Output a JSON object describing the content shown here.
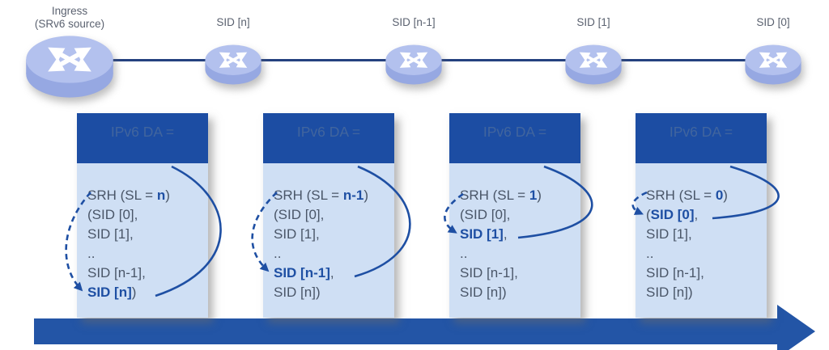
{
  "routers": [
    {
      "lines": [
        "Ingress",
        "(SRv6 source)"
      ]
    },
    {
      "lines": [
        "SID [n]"
      ]
    },
    {
      "lines": [
        "SID [n-1]"
      ]
    },
    {
      "lines": [
        "SID [1]"
      ]
    },
    {
      "lines": [
        "SID [0]"
      ]
    }
  ],
  "packets": [
    {
      "header": "IPv6 DA =",
      "lines": [
        [
          {
            "t": "SRH (SL = "
          },
          {
            "t": "n",
            "b": true
          },
          {
            "t": ")"
          }
        ],
        [
          {
            "t": "(SID [0],"
          }
        ],
        [
          {
            "t": "SID [1],"
          }
        ],
        [
          {
            "t": ".."
          }
        ],
        [
          {
            "t": "SID [n-1],"
          }
        ],
        [
          {
            "t": "SID [n]",
            "b": true
          },
          {
            "t": ")"
          }
        ]
      ]
    },
    {
      "header": "IPv6 DA =",
      "lines": [
        [
          {
            "t": "SRH (SL = "
          },
          {
            "t": "n-1",
            "b": true
          },
          {
            "t": ")"
          }
        ],
        [
          {
            "t": "(SID [0],"
          }
        ],
        [
          {
            "t": "SID [1],"
          }
        ],
        [
          {
            "t": ".."
          }
        ],
        [
          {
            "t": "SID [n-1]",
            "b": true
          },
          {
            "t": ","
          }
        ],
        [
          {
            "t": "SID [n])"
          }
        ]
      ]
    },
    {
      "header": "IPv6 DA =",
      "lines": [
        [
          {
            "t": "SRH (SL = "
          },
          {
            "t": "1",
            "b": true
          },
          {
            "t": ")"
          }
        ],
        [
          {
            "t": "(SID [0],"
          }
        ],
        [
          {
            "t": "SID [1]",
            "b": true
          },
          {
            "t": ","
          }
        ],
        [
          {
            "t": ".."
          }
        ],
        [
          {
            "t": "SID [n-1],"
          }
        ],
        [
          {
            "t": "SID [n])"
          }
        ]
      ]
    },
    {
      "header": "IPv6 DA =",
      "lines": [
        [
          {
            "t": "SRH (SL = "
          },
          {
            "t": "0",
            "b": true
          },
          {
            "t": ")"
          }
        ],
        [
          {
            "t": "("
          },
          {
            "t": "SID [0]",
            "b": true
          },
          {
            "t": ","
          }
        ],
        [
          {
            "t": "SID [1],"
          }
        ],
        [
          {
            "t": ".."
          }
        ],
        [
          {
            "t": "SID [n-1],"
          }
        ],
        [
          {
            "t": "SID [n])"
          }
        ]
      ]
    }
  ],
  "icons": {
    "router": "router-icon",
    "flow": "flow-direction-arrow",
    "da_pointer": "da-to-active-sid-arrow",
    "sl_pointer": "sl-decrement-arrow"
  },
  "colors": {
    "accent": "#1e4fa3",
    "header_bg": "#1c4da3",
    "header_text": "#41659e",
    "body_bg": "#cfdff4",
    "body_text": "#4a5668",
    "flow_arrow": "#2355a6",
    "link_line": "#24417f",
    "router_top": "#b3c1ee",
    "router_side": "#96a8e2",
    "label_text": "#5b6270"
  }
}
